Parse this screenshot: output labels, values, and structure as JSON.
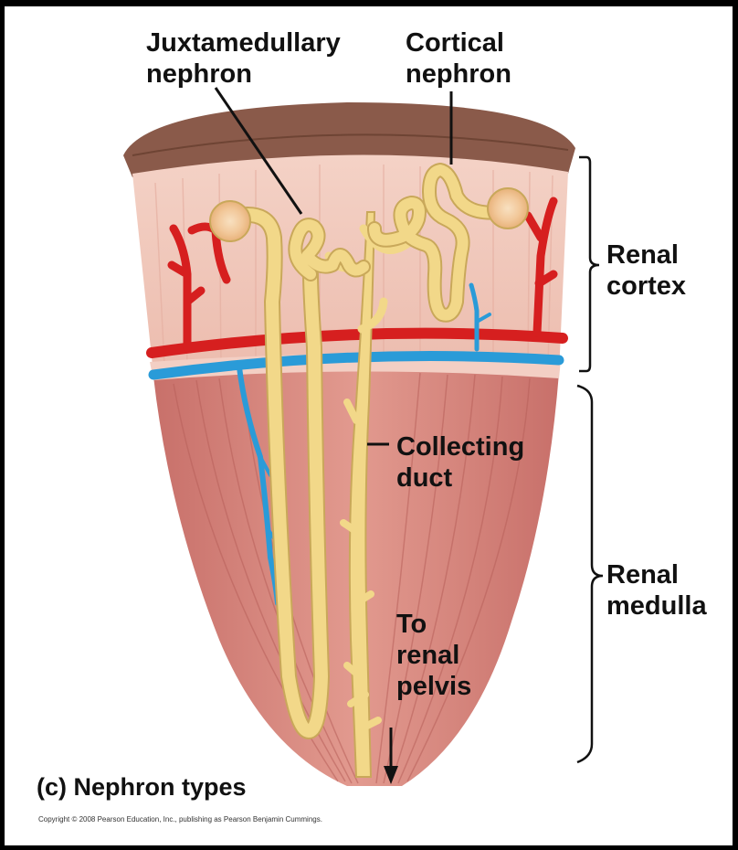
{
  "labels": {
    "juxtamedullary": "Juxtamedullary\nnephron",
    "cortical": "Cortical\nnephron",
    "renal_cortex": "Renal\ncortex",
    "collecting_duct": "Collecting\nduct",
    "renal_medulla": "Renal\nmedulla",
    "renal_pelvis": "To\nrenal\npelvis"
  },
  "caption": "(c) Nephron types",
  "copyright": "Copyright © 2008 Pearson Education, Inc., publishing as Pearson Benjamin Cummings.",
  "colors": {
    "capsule_top": "#8a5a4a",
    "cortex": "#f0c8bc",
    "medulla": "#d98a80",
    "nephron": "#f2d889",
    "nephron_outline": "#c9a85a",
    "artery": "#d61f1f",
    "vein": "#2a9bd8"
  }
}
